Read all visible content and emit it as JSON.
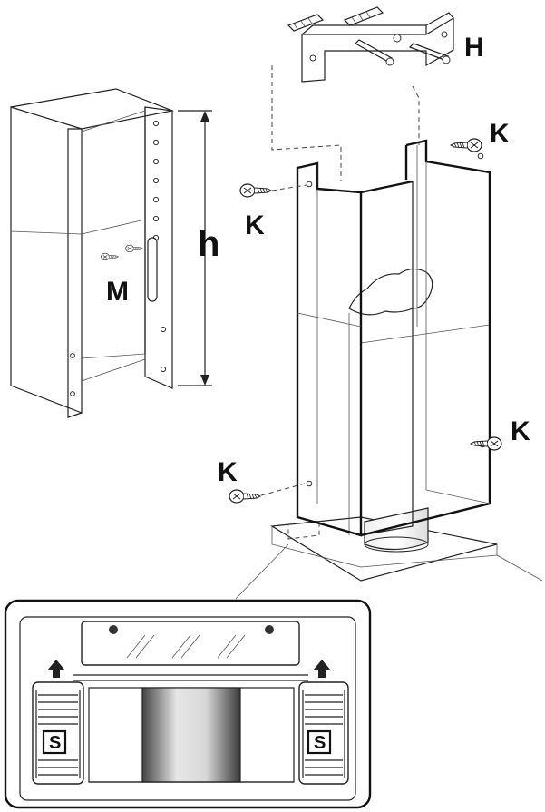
{
  "labels": {
    "bracket": "H",
    "screw_upper_right": "K",
    "screw_upper_left": "K",
    "screw_lower_right": "K",
    "screw_lower_left": "K",
    "height": "h",
    "inner_screws": "M",
    "slider_left": "S",
    "slider_right": "S"
  },
  "colors": {
    "line": "#222222",
    "background": "#ffffff",
    "motor_dark": "#444444",
    "motor_light": "#e6e6e6"
  },
  "icons": {
    "wall_bracket": "wall-bracket-icon",
    "screw": "screw-icon",
    "arrow_up": "arrow-up-icon"
  }
}
